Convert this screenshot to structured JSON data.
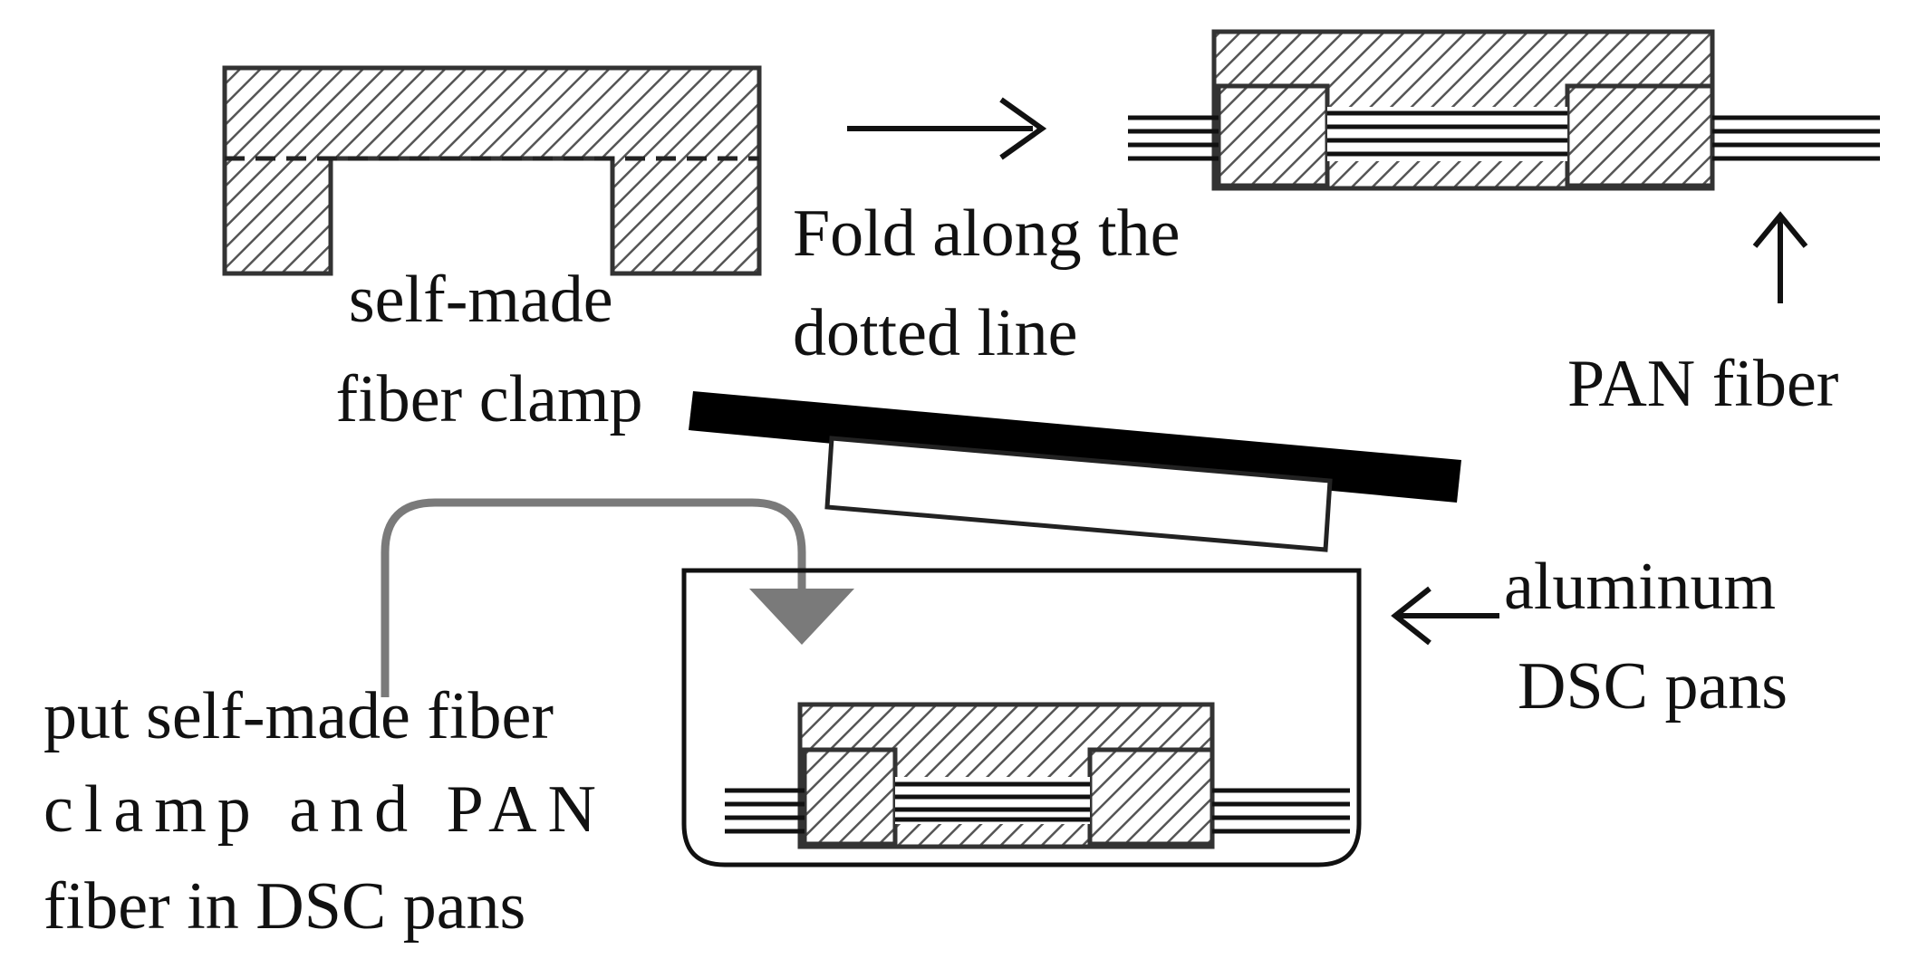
{
  "labels": {
    "fold": [
      "Fold along the",
      "dotted line"
    ],
    "clamp": [
      "self-made",
      "fiber clamp"
    ],
    "pan_fiber": "PAN fiber",
    "aluminum": [
      "aluminum",
      "DSC pans"
    ],
    "put": [
      "put self-made fiber",
      "clamp and PAN",
      "fiber in DSC pans"
    ]
  },
  "colors": {
    "stroke": "#333333",
    "hatch": "#555555",
    "lid": "#000000",
    "curved_arrow": "#7a7a7a"
  }
}
